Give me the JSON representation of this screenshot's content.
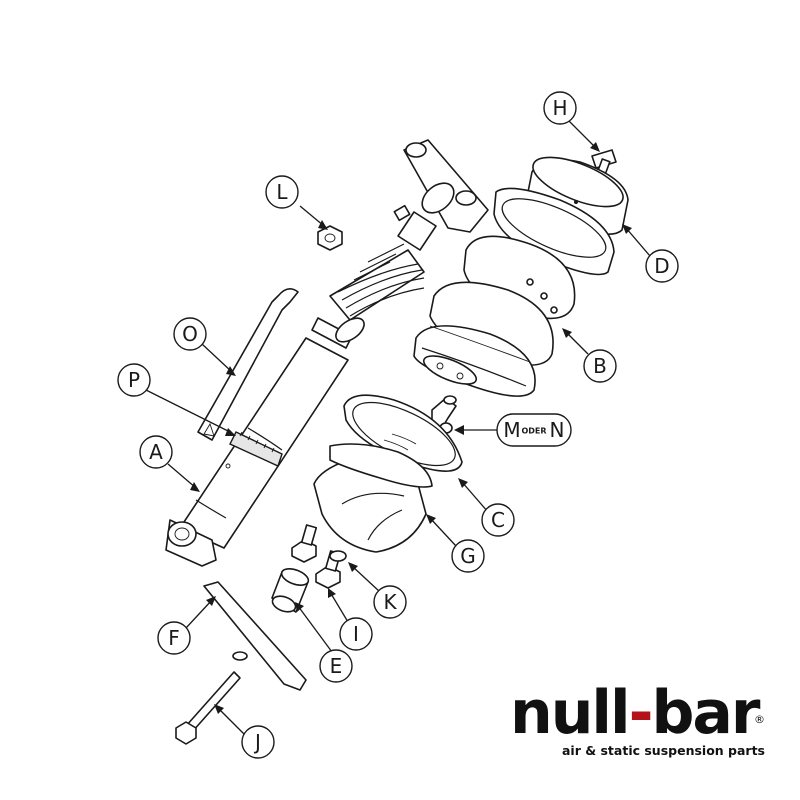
{
  "callouts": {
    "A": "A",
    "B": "B",
    "C": "C",
    "D": "D",
    "E": "E",
    "F": "F",
    "G": "G",
    "H": "H",
    "I": "I",
    "J": "J",
    "K": "K",
    "L": "L",
    "M": "M",
    "oder": "ODER",
    "N": "N",
    "O": "O",
    "P": "P"
  },
  "logo": {
    "word_left": "null",
    "word_hyphen": "-",
    "word_right": "bar",
    "registered": "®",
    "tagline": "air & static suspension parts",
    "accent_color": "#b3121a",
    "text_color": "#111111"
  }
}
